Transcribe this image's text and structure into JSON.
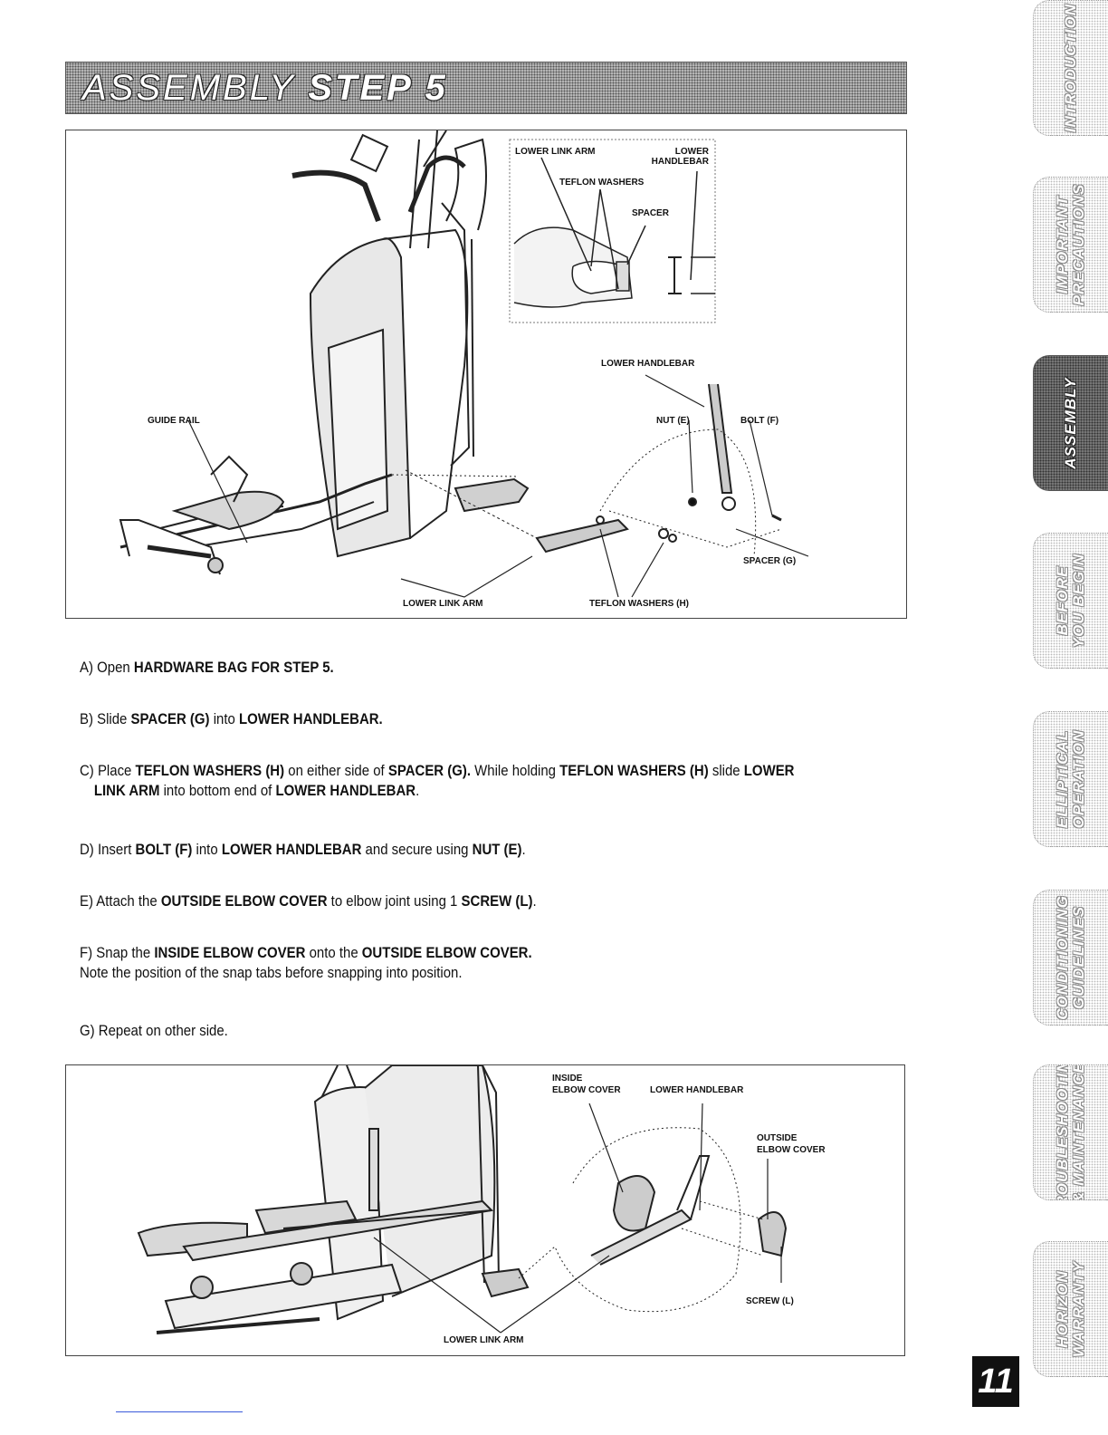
{
  "header": {
    "title_part1": "ASSEMBLY ",
    "title_part2": "STEP 5"
  },
  "figure_top": {
    "inset_labels": {
      "lower_link_arm": "LOWER LINK ARM",
      "lower_handlebar_l1": "LOWER",
      "lower_handlebar_l2": "HANDLEBAR",
      "teflon_washers": "TEFLON WASHERS",
      "spacer": "SPACER"
    },
    "labels": {
      "lower_handlebar": "LOWER HANDLEBAR",
      "guide_rail": "GUIDE RAIL",
      "nut_e": "NUT (E)",
      "bolt_f": "BOLT (F)",
      "spacer_g": "SPACER (G)",
      "lower_link_arm": "LOWER LINK ARM",
      "teflon_washers_h": "TEFLON WASHERS (H)"
    }
  },
  "instructions": {
    "a": {
      "prefix": "A) Open ",
      "b1": "HARDWARE BAG FOR STEP 5."
    },
    "b": {
      "prefix": "B) Slide ",
      "b1": "SPACER (G)",
      "t1": " into ",
      "b2": "LOWER HANDLEBAR."
    },
    "c": {
      "prefix": "C) Place ",
      "b1": "TEFLON WASHERS (H)",
      "t1": " on either side of ",
      "b2": "SPACER (G).",
      "t2": " While holding ",
      "b3": "TEFLON WASHERS (H)",
      "t3": " slide ",
      "b4": "LOWER",
      "b5": "LINK ARM",
      "t4": " into bottom end of ",
      "b6": "LOWER HANDLEBAR",
      "t5": "."
    },
    "d": {
      "prefix": "D) Insert ",
      "b1": "BOLT (F)",
      "t1": " into ",
      "b2": "LOWER HANDLEBAR",
      "t2": " and secure using ",
      "b3": "NUT (E)",
      "t3": "."
    },
    "e": {
      "prefix": "E) Attach the ",
      "b1": "OUTSIDE ELBOW COVER",
      "t1": " to elbow joint using 1 ",
      "b2": "SCREW (L)",
      "t2": "."
    },
    "f": {
      "prefix": "F) Snap the ",
      "b1": "INSIDE ELBOW COVER",
      "t1": " onto the ",
      "b2": "OUTSIDE ELBOW COVER.",
      "note": "Note the position of the snap tabs before snapping into position."
    },
    "g": {
      "text": "G) Repeat on other side."
    }
  },
  "figure_bottom": {
    "labels": {
      "inside_l1": "INSIDE",
      "inside_l2": "ELBOW COVER",
      "lower_handlebar": "LOWER HANDLEBAR",
      "outside_l1": "OUTSIDE",
      "outside_l2": "ELBOW COVER",
      "screw_l": "SCREW (L)",
      "lower_link_arm": "LOWER LINK ARM"
    }
  },
  "side_tabs": [
    {
      "line1": "INTRODUCTION",
      "line2": ""
    },
    {
      "line1": "IMPORTANT",
      "line2": "PRECAUTIONS"
    },
    {
      "line1": "ASSEMBLY",
      "line2": ""
    },
    {
      "line1": "BEFORE",
      "line2": "YOU BEGIN"
    },
    {
      "line1": "ELLIPTICAL",
      "line2": "OPERATION"
    },
    {
      "line1": "CONDITIONING",
      "line2": "GUIDELINES"
    },
    {
      "line1": "TROUBLESHOOTING",
      "line2": "& MAINTENANCE"
    },
    {
      "line1": "HORIZON",
      "line2": "WARRANTY"
    }
  ],
  "page_number": "11"
}
